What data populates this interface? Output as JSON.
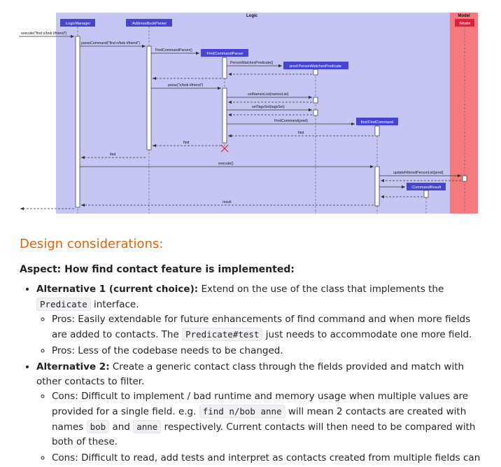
{
  "diagram": {
    "frame_label": "Logic",
    "model_label": "Model",
    "participants": {
      "logic_manager": ":LogicManager",
      "address_book_parser": ":AddressBookParser",
      "find_command_parser": ":FindCommandParser",
      "predicate": "pred:PersonMatchesPredicate",
      "find_command": "find:FindCommand",
      "model": ":Model",
      "command_result": ":CommandResult"
    },
    "messages": {
      "execute_call": "execute(\"find n/bob t/friend\")",
      "parse_command": "parseCommand(\"find n/bob t/friend\")",
      "fcp_constructor": "FindCommandParser()",
      "predicate_constructor": "PersonMatchesPredicate()",
      "parse": "parse(\"n/bob t/friend\")",
      "set_names": "setNamesList(namesList)",
      "set_tags": "setTagsSet(tagsSet)",
      "find_constructor": "FindCommand(pred)",
      "return_find_1": "find",
      "return_find_2": "find",
      "return_find_3": "find",
      "execute": "execute()",
      "update_filtered": "updateFilteredPersonList(pred)",
      "result": "result"
    },
    "colors": {
      "frame_bg": "#c6c6f5",
      "participant_bg": "#4545d0",
      "model_bg": "#f57a7f",
      "model_box": "#e0203a"
    }
  },
  "content": {
    "heading": "Design considerations:",
    "aspect": "Aspect: How find contact feature is implemented:",
    "alt1": {
      "label": "Alternative 1 (current choice):",
      "text_a": " Extend on the use of the class that implements the ",
      "code": "Predicate",
      "text_b": " interface.",
      "pro1_a": "Pros: Easily extendable for future enhancements of find command and when more fields are added to contacts. The ",
      "pro1_code": "Predicate#test",
      "pro1_b": " just needs to accommodate one more field.",
      "pro2": "Pros: Less of the codebase needs to be changed."
    },
    "alt2": {
      "label": "Alternative 2:",
      "text": " Create a generic contact class through the fields provided and match with other contacts to filter.",
      "con1_a": "Cons: Difficult to implement / bad runtime and memory usage when multiple values are provided for a single field. e.g. ",
      "con1_code1": "find n/bob anne",
      "con1_b": " will mean 2 contacts are created with names ",
      "con1_code2": "bob",
      "con1_c": " and ",
      "con1_code3": "anne",
      "con1_d": " respectively. Current contacts will then need to be compared with both of these.",
      "con2_a": "Cons: Difficult to read, add tests and interpret as contacts created from multiple fields can "
    }
  }
}
